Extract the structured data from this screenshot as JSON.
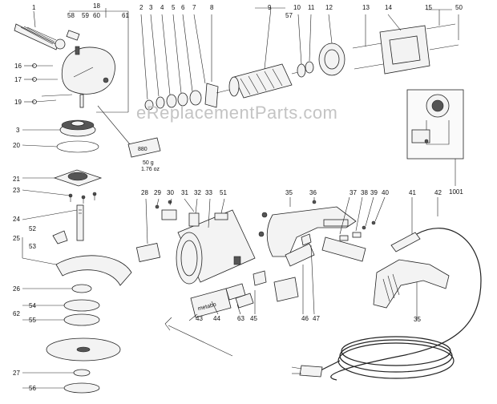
{
  "watermark": "eReplacementParts.com",
  "tube": {
    "code": "880",
    "weight_g": "50 g",
    "weight_oz": "1.76 oz"
  },
  "logo_text": "metabo",
  "labels": [
    {
      "id": "p1",
      "text": "1"
    },
    {
      "id": "p18",
      "text": "18"
    },
    {
      "id": "p58",
      "text": "58"
    },
    {
      "id": "p59",
      "text": "59"
    },
    {
      "id": "p60",
      "text": "60"
    },
    {
      "id": "p61",
      "text": "61"
    },
    {
      "id": "p16",
      "text": "16"
    },
    {
      "id": "p17",
      "text": "17"
    },
    {
      "id": "p19",
      "text": "19"
    },
    {
      "id": "p3a",
      "text": "3"
    },
    {
      "id": "p20",
      "text": "20"
    },
    {
      "id": "p21",
      "text": "21"
    },
    {
      "id": "p23",
      "text": "23"
    },
    {
      "id": "p24",
      "text": "24"
    },
    {
      "id": "p52",
      "text": "52"
    },
    {
      "id": "p25",
      "text": "25"
    },
    {
      "id": "p53",
      "text": "53"
    },
    {
      "id": "p26",
      "text": "26"
    },
    {
      "id": "p54",
      "text": "54"
    },
    {
      "id": "p62",
      "text": "62"
    },
    {
      "id": "p55",
      "text": "55"
    },
    {
      "id": "p27",
      "text": "27"
    },
    {
      "id": "p56",
      "text": "56"
    },
    {
      "id": "p2",
      "text": "2"
    },
    {
      "id": "p3b",
      "text": "3"
    },
    {
      "id": "p4",
      "text": "4"
    },
    {
      "id": "p5",
      "text": "5"
    },
    {
      "id": "p6",
      "text": "6"
    },
    {
      "id": "p7",
      "text": "7"
    },
    {
      "id": "p8",
      "text": "8"
    },
    {
      "id": "p9",
      "text": "9"
    },
    {
      "id": "p10",
      "text": "10"
    },
    {
      "id": "p57",
      "text": "57"
    },
    {
      "id": "p11",
      "text": "11"
    },
    {
      "id": "p12",
      "text": "12"
    },
    {
      "id": "p13",
      "text": "13"
    },
    {
      "id": "p14",
      "text": "14"
    },
    {
      "id": "p15",
      "text": "15"
    },
    {
      "id": "p50",
      "text": "50"
    },
    {
      "id": "p1001",
      "text": "1001"
    },
    {
      "id": "p28",
      "text": "28"
    },
    {
      "id": "p29",
      "text": "29"
    },
    {
      "id": "p30",
      "text": "30"
    },
    {
      "id": "p31",
      "text": "31"
    },
    {
      "id": "p32",
      "text": "32"
    },
    {
      "id": "p33",
      "text": "33"
    },
    {
      "id": "p51",
      "text": "51"
    },
    {
      "id": "p35a",
      "text": "35"
    },
    {
      "id": "p36",
      "text": "36"
    },
    {
      "id": "p37",
      "text": "37"
    },
    {
      "id": "p38",
      "text": "38"
    },
    {
      "id": "p39",
      "text": "39"
    },
    {
      "id": "p40",
      "text": "40"
    },
    {
      "id": "p41",
      "text": "41"
    },
    {
      "id": "p42",
      "text": "42"
    },
    {
      "id": "p35b",
      "text": "35"
    },
    {
      "id": "p43",
      "text": "43"
    },
    {
      "id": "p44",
      "text": "44"
    },
    {
      "id": "p63",
      "text": "63"
    },
    {
      "id": "p45",
      "text": "45"
    },
    {
      "id": "p46",
      "text": "46"
    },
    {
      "id": "p47",
      "text": "47"
    }
  ]
}
